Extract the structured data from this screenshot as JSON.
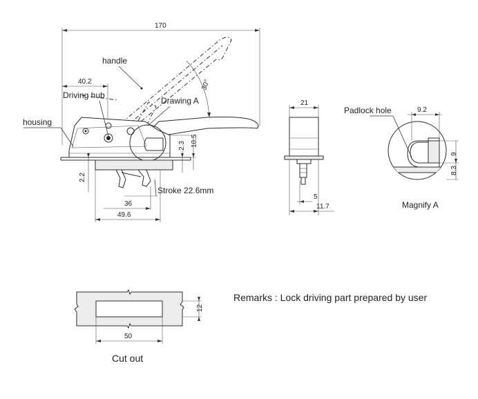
{
  "main_view": {
    "dim_overall_length": "170",
    "dim_hub_offset": "40.2",
    "dim_travel_36": "36",
    "dim_base_length": "49.6",
    "dim_height_10_5": "10.5",
    "dim_height_2_3": "2.3",
    "dim_thickness_2_2": "2.2",
    "dim_angle": "30°",
    "label_handle": "handle",
    "label_driving_hub": "Driving hub",
    "label_drawing_a": "Drawing A",
    "label_housing": "housing",
    "label_stroke": "Stroke 22.6mm"
  },
  "side_view": {
    "dim_width": "21",
    "dim_5": "5",
    "dim_11_7": "11.7"
  },
  "magnify": {
    "label_padlock": "Padlock hole",
    "dim_9_2": "9.2",
    "dim_9": "9",
    "dim_8_3": "8.3",
    "caption": "Magnify A"
  },
  "cutout": {
    "dim_width": "50",
    "dim_height": "12",
    "caption": "Cut out"
  },
  "remarks": "Remarks : Lock driving part prepared by user"
}
